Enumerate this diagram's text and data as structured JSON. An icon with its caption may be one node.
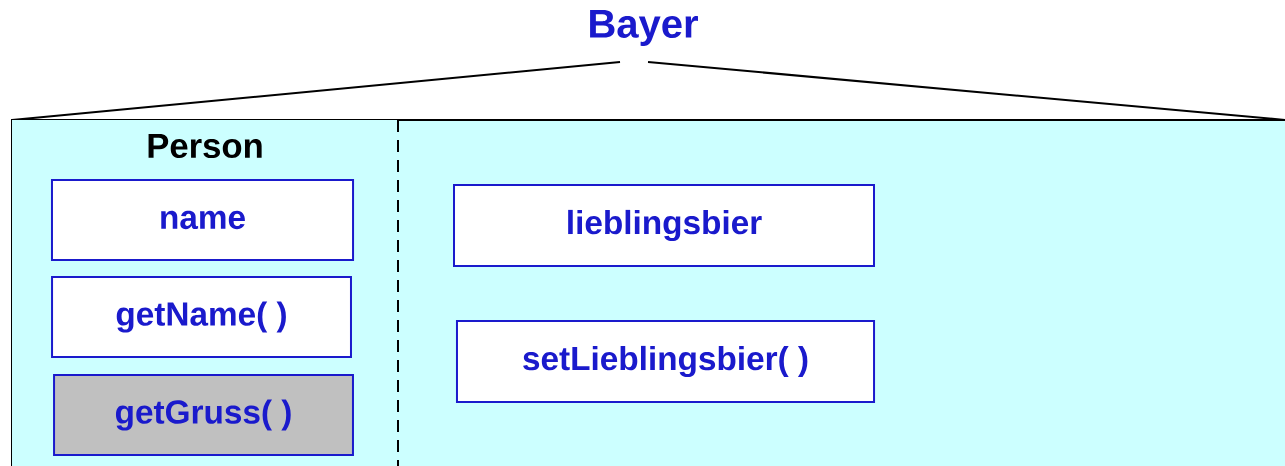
{
  "diagram": {
    "nodes": [
      {
        "text": [
          "Bayer"
        ]
      },
      {
        "text": [
          "Person"
        ],
        "in": 0
      },
      {
        "text": [
          "name"
        ],
        "in": 1
      },
      {
        "text": [
          "getName( )"
        ],
        "in": 1
      },
      {
        "text": [
          "getGruss( )"
        ],
        "in": 1
      },
      {
        "text": [
          "lieblingsbier"
        ],
        "in": 0
      },
      {
        "text": [
          "setLieblingsbier( )"
        ],
        "in": 0
      }
    ]
  }
}
